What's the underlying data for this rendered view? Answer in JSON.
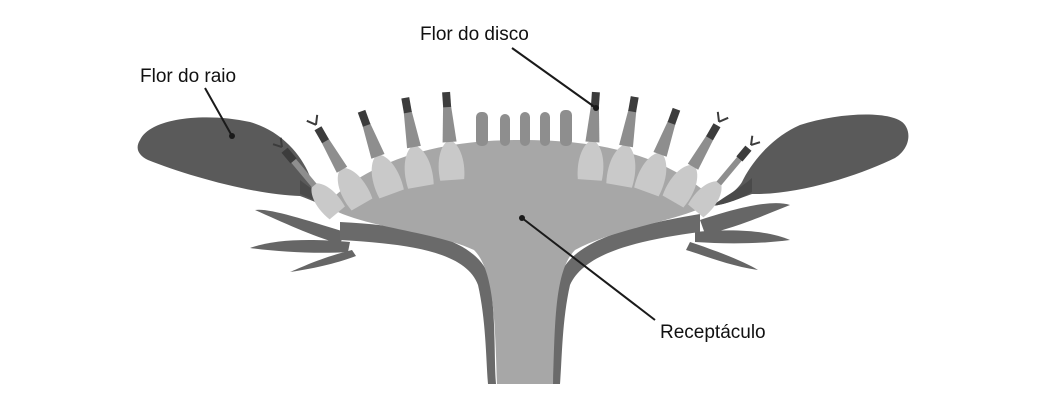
{
  "labels": {
    "ray_flower": "Flor do raio",
    "disk_flower": "Flor do disco",
    "receptacle": "Receptáculo"
  },
  "colors": {
    "background": "#ffffff",
    "petal": "#5f5f5f",
    "receptacle": "#a7a7a7",
    "stem_edge": "#6a6a6a",
    "bract": "#666666",
    "floret_light": "#c9c9c9",
    "floret_mid": "#8e8e8e",
    "anther": "#3c3c3c",
    "text": "#111111"
  }
}
